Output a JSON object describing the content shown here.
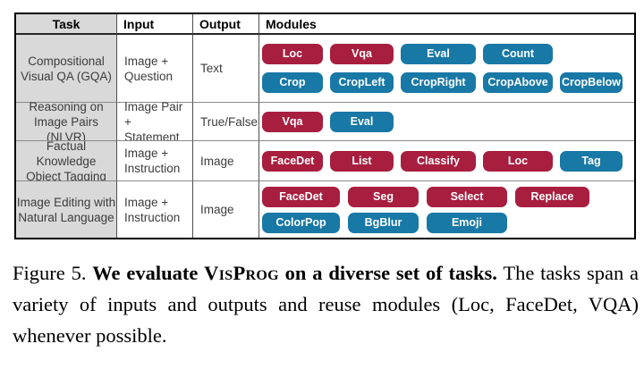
{
  "colors": {
    "module_red": "#A81E3F",
    "module_blue": "#1878A6",
    "header_gray": "#D9D9D9"
  },
  "caption": {
    "prefix": "Figure 5.",
    "bold_pre": "We evaluate",
    "brand": "VisProg",
    "bold_post": "on a diverse set of tasks.",
    "rest": "The tasks span a variety of inputs and outputs and reuse modules (Loc, FaceDet, VQA) whenever possible."
  },
  "table": {
    "headers": [
      "Task",
      "Input",
      "Output",
      "Modules"
    ],
    "rows": [
      {
        "task_lines": [
          "Compositional",
          "Visual QA (GQA)"
        ],
        "input_lines": [
          "Image +",
          "Question"
        ],
        "output": "Text",
        "module_lines": [
          [
            {
              "label": "Loc",
              "color": "red"
            },
            {
              "label": "Vqa",
              "color": "red"
            },
            {
              "label": "Eval",
              "color": "blue"
            },
            {
              "label": "Count",
              "color": "blue"
            }
          ],
          [
            {
              "label": "Crop",
              "color": "blue"
            },
            {
              "label": "CropLeft",
              "color": "blue"
            },
            {
              "label": "CropRight",
              "color": "blue"
            },
            {
              "label": "CropAbove",
              "color": "blue"
            },
            {
              "label": "CropBelow",
              "color": "blue"
            }
          ]
        ]
      },
      {
        "task_lines": [
          "Reasoning on",
          "Image Pairs (NLVR)"
        ],
        "input_lines": [
          "Image Pair +",
          "Statement"
        ],
        "output": "True/False",
        "module_lines": [
          [
            {
              "label": "Vqa",
              "color": "red"
            },
            {
              "label": "Eval",
              "color": "blue"
            }
          ]
        ]
      },
      {
        "task_lines": [
          "Factual Knowledge",
          "Object Tagging"
        ],
        "input_lines": [
          "Image +",
          "Instruction"
        ],
        "output": "Image",
        "module_lines": [
          [
            {
              "label": "FaceDet",
              "color": "red"
            },
            {
              "label": "List",
              "color": "red"
            },
            {
              "label": "Classify",
              "color": "red"
            },
            {
              "label": "Loc",
              "color": "red"
            },
            {
              "label": "Tag",
              "color": "blue"
            }
          ]
        ]
      },
      {
        "task_lines": [
          "Image Editing with",
          "Natural Language"
        ],
        "input_lines": [
          "Image +",
          "Instruction"
        ],
        "output": "Image",
        "module_lines": [
          [
            {
              "label": "FaceDet",
              "color": "red"
            },
            {
              "label": "Seg",
              "color": "red"
            },
            {
              "label": "Select",
              "color": "red"
            },
            {
              "label": "Replace",
              "color": "red"
            }
          ],
          [
            {
              "label": "ColorPop",
              "color": "blue"
            },
            {
              "label": "BgBlur",
              "color": "blue"
            },
            {
              "label": "Emoji",
              "color": "blue"
            }
          ]
        ]
      }
    ]
  }
}
